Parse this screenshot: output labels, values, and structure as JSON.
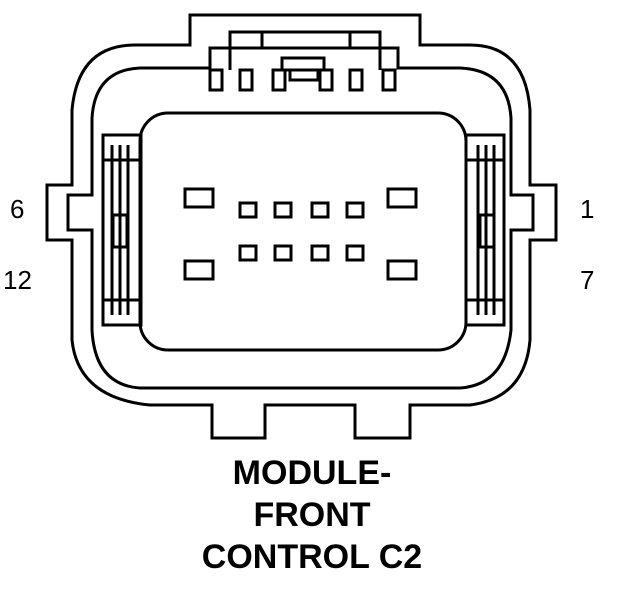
{
  "diagram": {
    "pin_labels": {
      "top_left": "6",
      "bottom_left": "12",
      "top_right": "1",
      "bottom_right": "7"
    },
    "caption_lines": [
      "MODULE-",
      "FRONT",
      "CONTROL C2"
    ],
    "colors": {
      "stroke": "#000000",
      "background": "#ffffff"
    }
  }
}
